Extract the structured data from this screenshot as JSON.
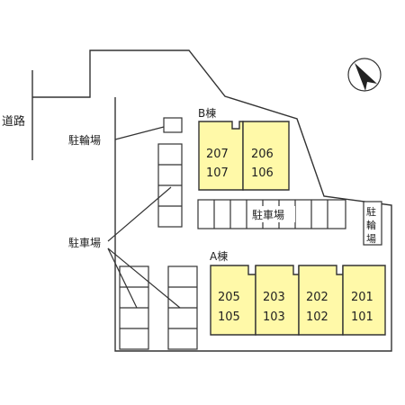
{
  "road_label": "道路",
  "bike_parking_left_label": "駐輪場",
  "bike_parking_right_label": [
    "駐",
    "輪",
    "場"
  ],
  "parking_left_label": "駐車場",
  "parking_middle_label": "駐車場",
  "building_b": {
    "label": "B棟",
    "units": [
      {
        "upper": "207",
        "lower": "107"
      },
      {
        "upper": "206",
        "lower": "106"
      }
    ]
  },
  "building_a": {
    "label": "A棟",
    "units": [
      {
        "upper": "205",
        "lower": "105"
      },
      {
        "upper": "203",
        "lower": "103"
      },
      {
        "upper": "202",
        "lower": "102"
      },
      {
        "upper": "201",
        "lower": "101"
      }
    ]
  },
  "colors": {
    "building_fill": "#fff9a8",
    "line": "#333333"
  },
  "north_icon": "north-arrow-icon"
}
